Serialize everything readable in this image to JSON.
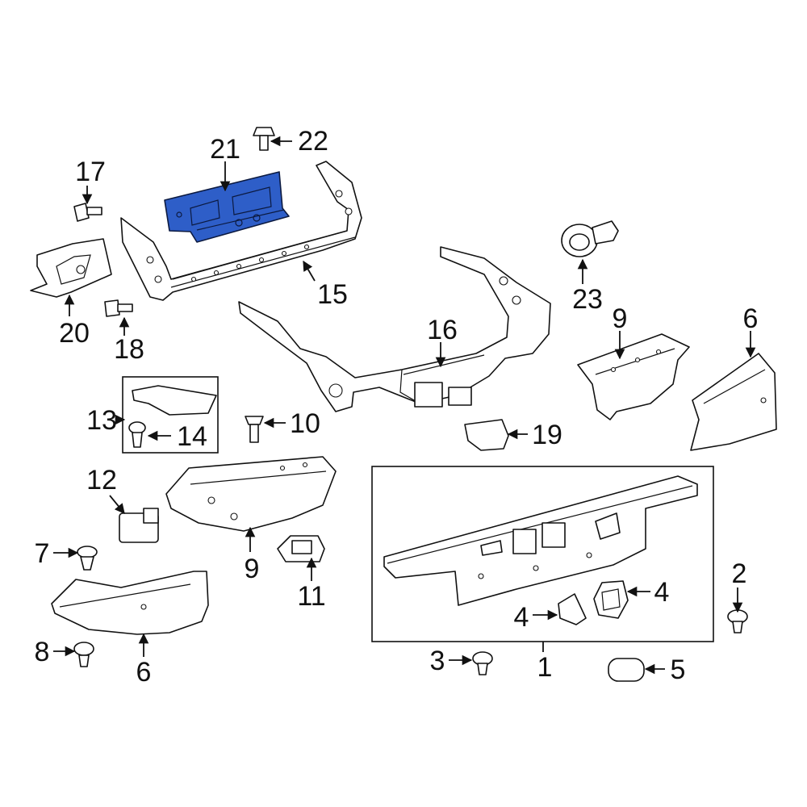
{
  "highlight_color": "#2e5ec8",
  "callouts": {
    "c1": "1",
    "c2": "2",
    "c3": "3",
    "c4a": "4",
    "c4b": "4",
    "c5": "5",
    "c6a": "6",
    "c6b": "6",
    "c7": "7",
    "c8": "8",
    "c9a": "9",
    "c9b": "9",
    "c10": "10",
    "c11": "11",
    "c12": "12",
    "c13": "13",
    "c14": "14",
    "c15": "15",
    "c16": "16",
    "c17": "17",
    "c18": "18",
    "c19": "19",
    "c20": "20",
    "c21": "21",
    "c22": "22",
    "c23": "23"
  }
}
